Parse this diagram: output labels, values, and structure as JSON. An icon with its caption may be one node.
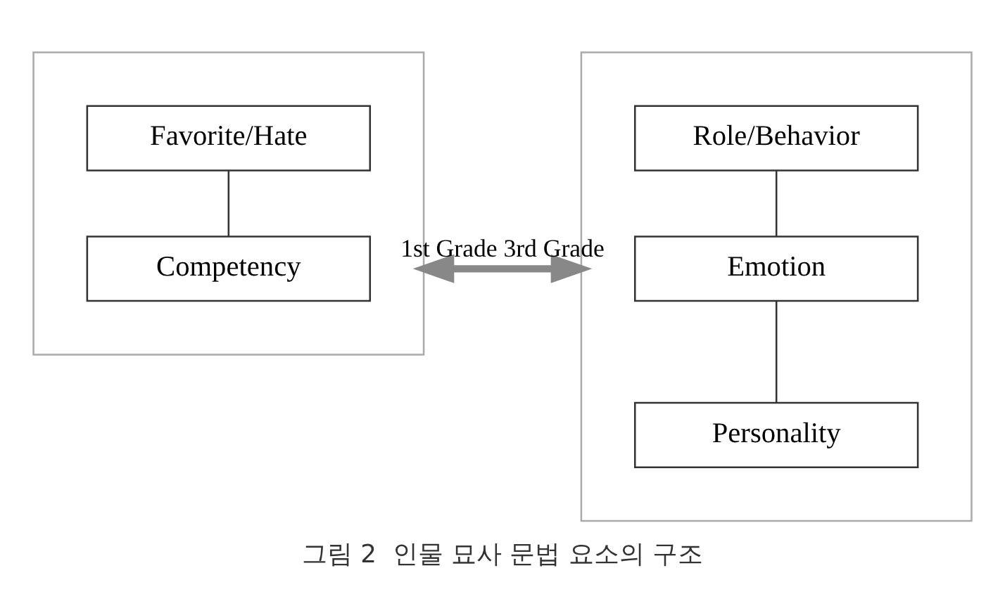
{
  "diagram": {
    "caption": "그림 2  인물 묘사 문법 요소의 구조",
    "nodes": [
      {
        "text": [],
        "shape": "box"
      },
      {
        "text": [
          "Favorite/Hate"
        ],
        "in": 0
      },
      {
        "text": [
          "Competency"
        ],
        "in": 0
      },
      {
        "text": [],
        "shape": "box"
      },
      {
        "text": [
          "Role/Behavior"
        ],
        "in": 3
      },
      {
        "text": [
          "Emotion"
        ],
        "in": 3
      },
      {
        "text": [
          "Personality"
        ],
        "in": 3
      }
    ],
    "edges": [
      {
        "from": 1,
        "to": 2,
        "arrow": "none"
      },
      {
        "from": 0,
        "to": 3,
        "arrow": "both",
        "label": "1st Grade 3rd Grade",
        "style": "thick"
      },
      {
        "from": 4,
        "to": 5,
        "arrow": "none"
      },
      {
        "from": 5,
        "to": 6,
        "arrow": "none"
      }
    ]
  }
}
